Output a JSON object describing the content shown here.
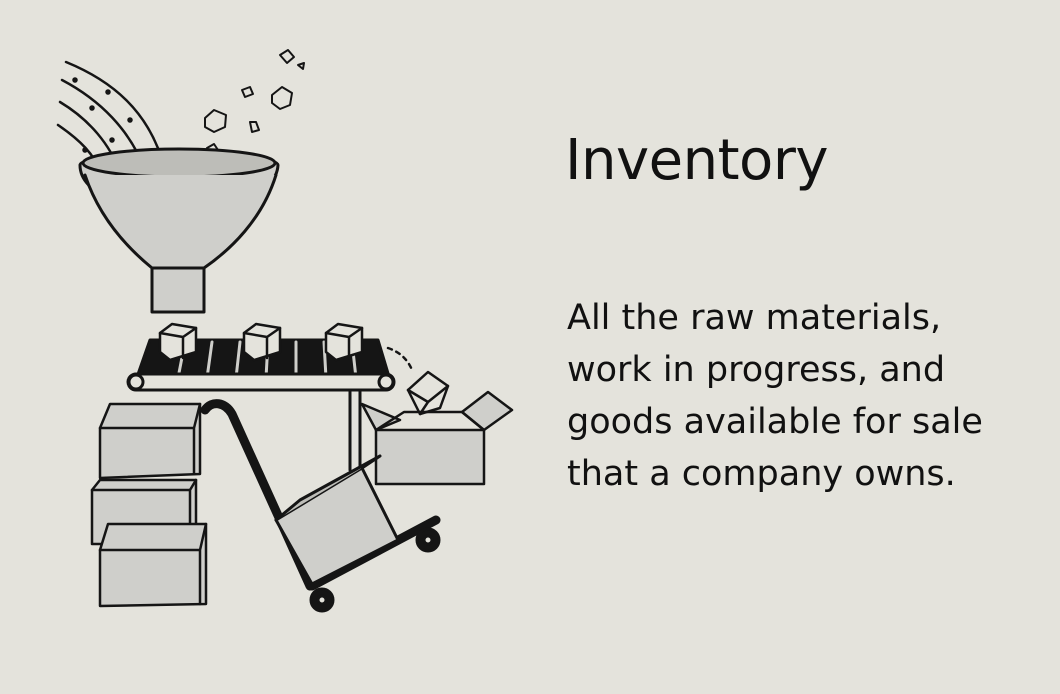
{
  "title": "Inventory",
  "description_lines": [
    "All the raw materials,",
    "work in progress, and",
    "goods available for sale",
    "that a company owns."
  ],
  "colors": {
    "background": "#e4e3dc",
    "text": "#111111",
    "fill": "#cfcfcb",
    "stroke": "#151515"
  },
  "illustration": {
    "elements": [
      "raw-material-stream-icon",
      "funnel-icon",
      "conveyor-belt-icon",
      "box-icon",
      "open-box-icon",
      "hand-truck-icon"
    ]
  }
}
